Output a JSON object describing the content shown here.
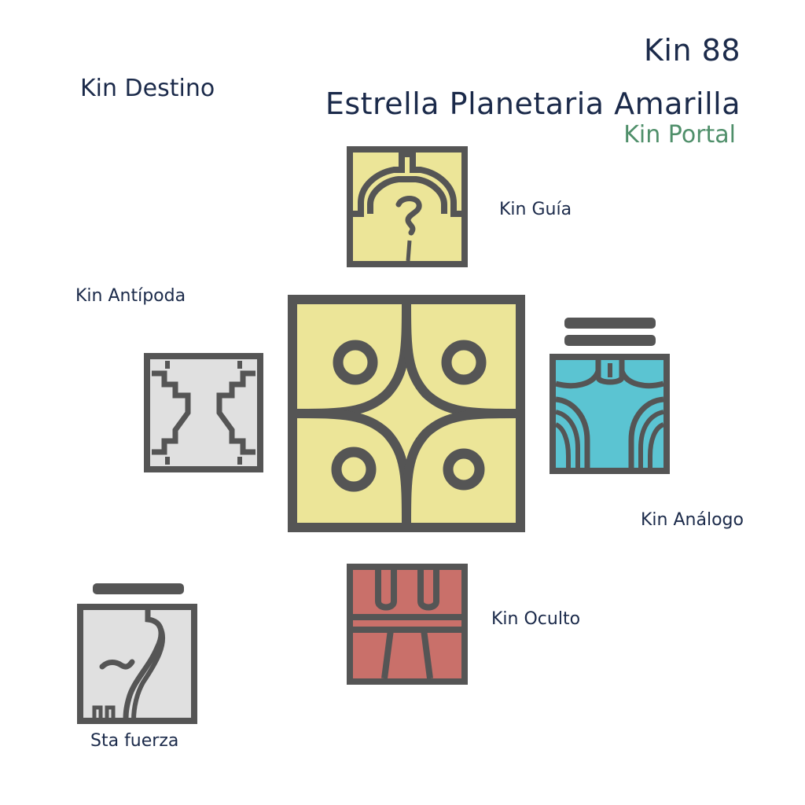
{
  "header": {
    "kin_number": "Kin 88",
    "kin_name": "Estrella Planetaria Amarilla",
    "portal": "Kin Portal"
  },
  "labels": {
    "destino": "Kin Destino",
    "guia": "Kin Guía",
    "antipoda": "Kin Antípoda",
    "analogo": "Kin Análogo",
    "oculto": "Kin Oculto",
    "fuerza": "Sta fuerza"
  },
  "colors": {
    "text": "#1b2a4a",
    "portal": "#4f8f6a",
    "outline": "#555555",
    "yellow": "#ece598",
    "white_glyph": "#e0e0e0",
    "blue": "#5bc4d2",
    "red": "#c9706a"
  },
  "glyphs": {
    "destino": "star-glyph",
    "guia": "earth-glyph",
    "antipoda": "mirror-glyph",
    "analogo": "night-glyph",
    "oculto": "serpent-glyph",
    "fuerza": "wind-glyph"
  },
  "tones": {
    "analogo_bars": 2,
    "fuerza_bars": 1
  }
}
